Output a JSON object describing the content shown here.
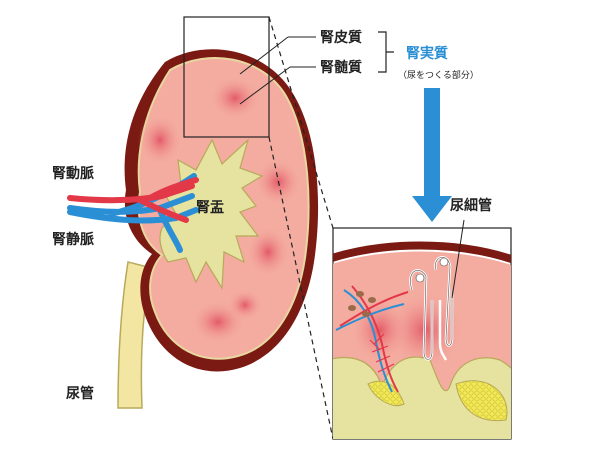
{
  "labels": {
    "cortex": "腎皮質",
    "medulla": "腎髄質",
    "parenchyma": "腎実質",
    "parenchyma_note": "（尿をつくる部分）",
    "tubule": "尿細管",
    "artery": "腎動脈",
    "vein": "腎静脈",
    "pelvis": "腎盂",
    "ureter": "尿管"
  },
  "colors": {
    "capsule": "#7a1a12",
    "cortex": "#f4aca0",
    "medulla": "#e9727a",
    "pelvis": "#e6e2a0",
    "ureter": "#f2e6a2",
    "artery": "#e23848",
    "vein": "#2a8fd4",
    "accent_blue": "#2a8fd4"
  }
}
